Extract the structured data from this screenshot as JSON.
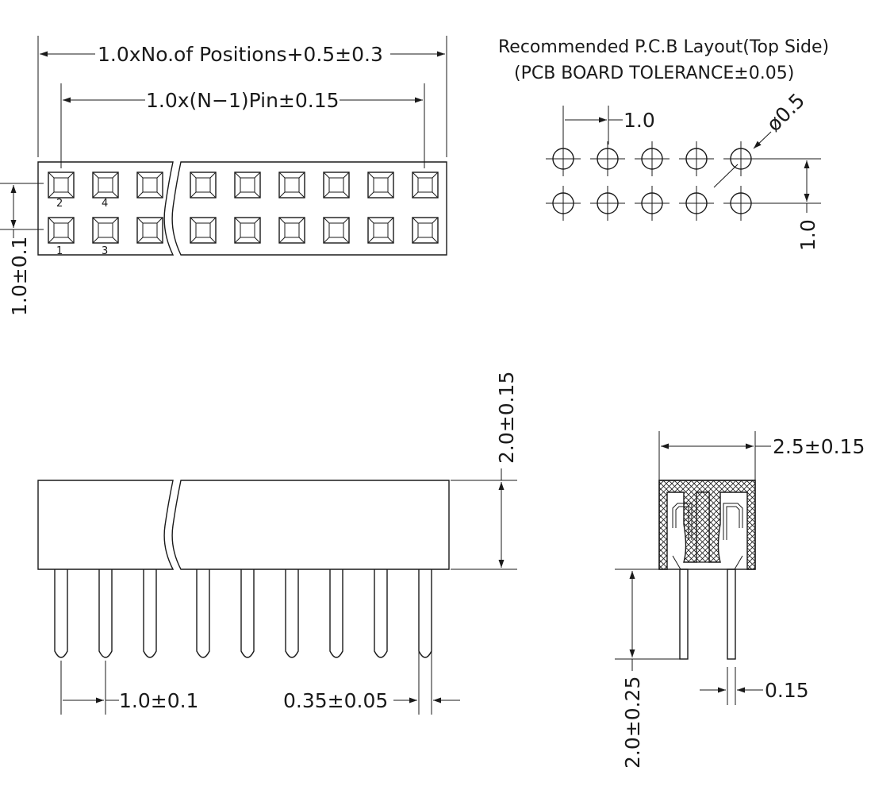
{
  "top_view": {
    "overall_length_label": "1.0xNo.of  Positions+0.5±0.3",
    "pin_span_label": "1.0x(N−1)Pin±0.15",
    "row_pitch_label": "1.0±0.1",
    "pin_numbers": {
      "top_first": "2",
      "top_second": "4",
      "bottom_first": "1",
      "bottom_second": "3"
    }
  },
  "pcb_layout": {
    "title": "Recommended  P.C.B  Layout(Top  Side)",
    "subtitle": "(PCB  BOARD  TOLERANCE±0.05)",
    "pitch_label": "1.0",
    "hole_diameter_label": "ø0.5",
    "row_pitch_label": "1.0"
  },
  "front_view": {
    "body_height_label": "2.0±0.15",
    "pin_pitch_label": "1.0±0.1",
    "pin_width_label": "0.35±0.05"
  },
  "side_view": {
    "width_label": "2.5±0.15",
    "pin_length_label": "2.0±0.25",
    "pin_thickness_label": "0.15"
  }
}
